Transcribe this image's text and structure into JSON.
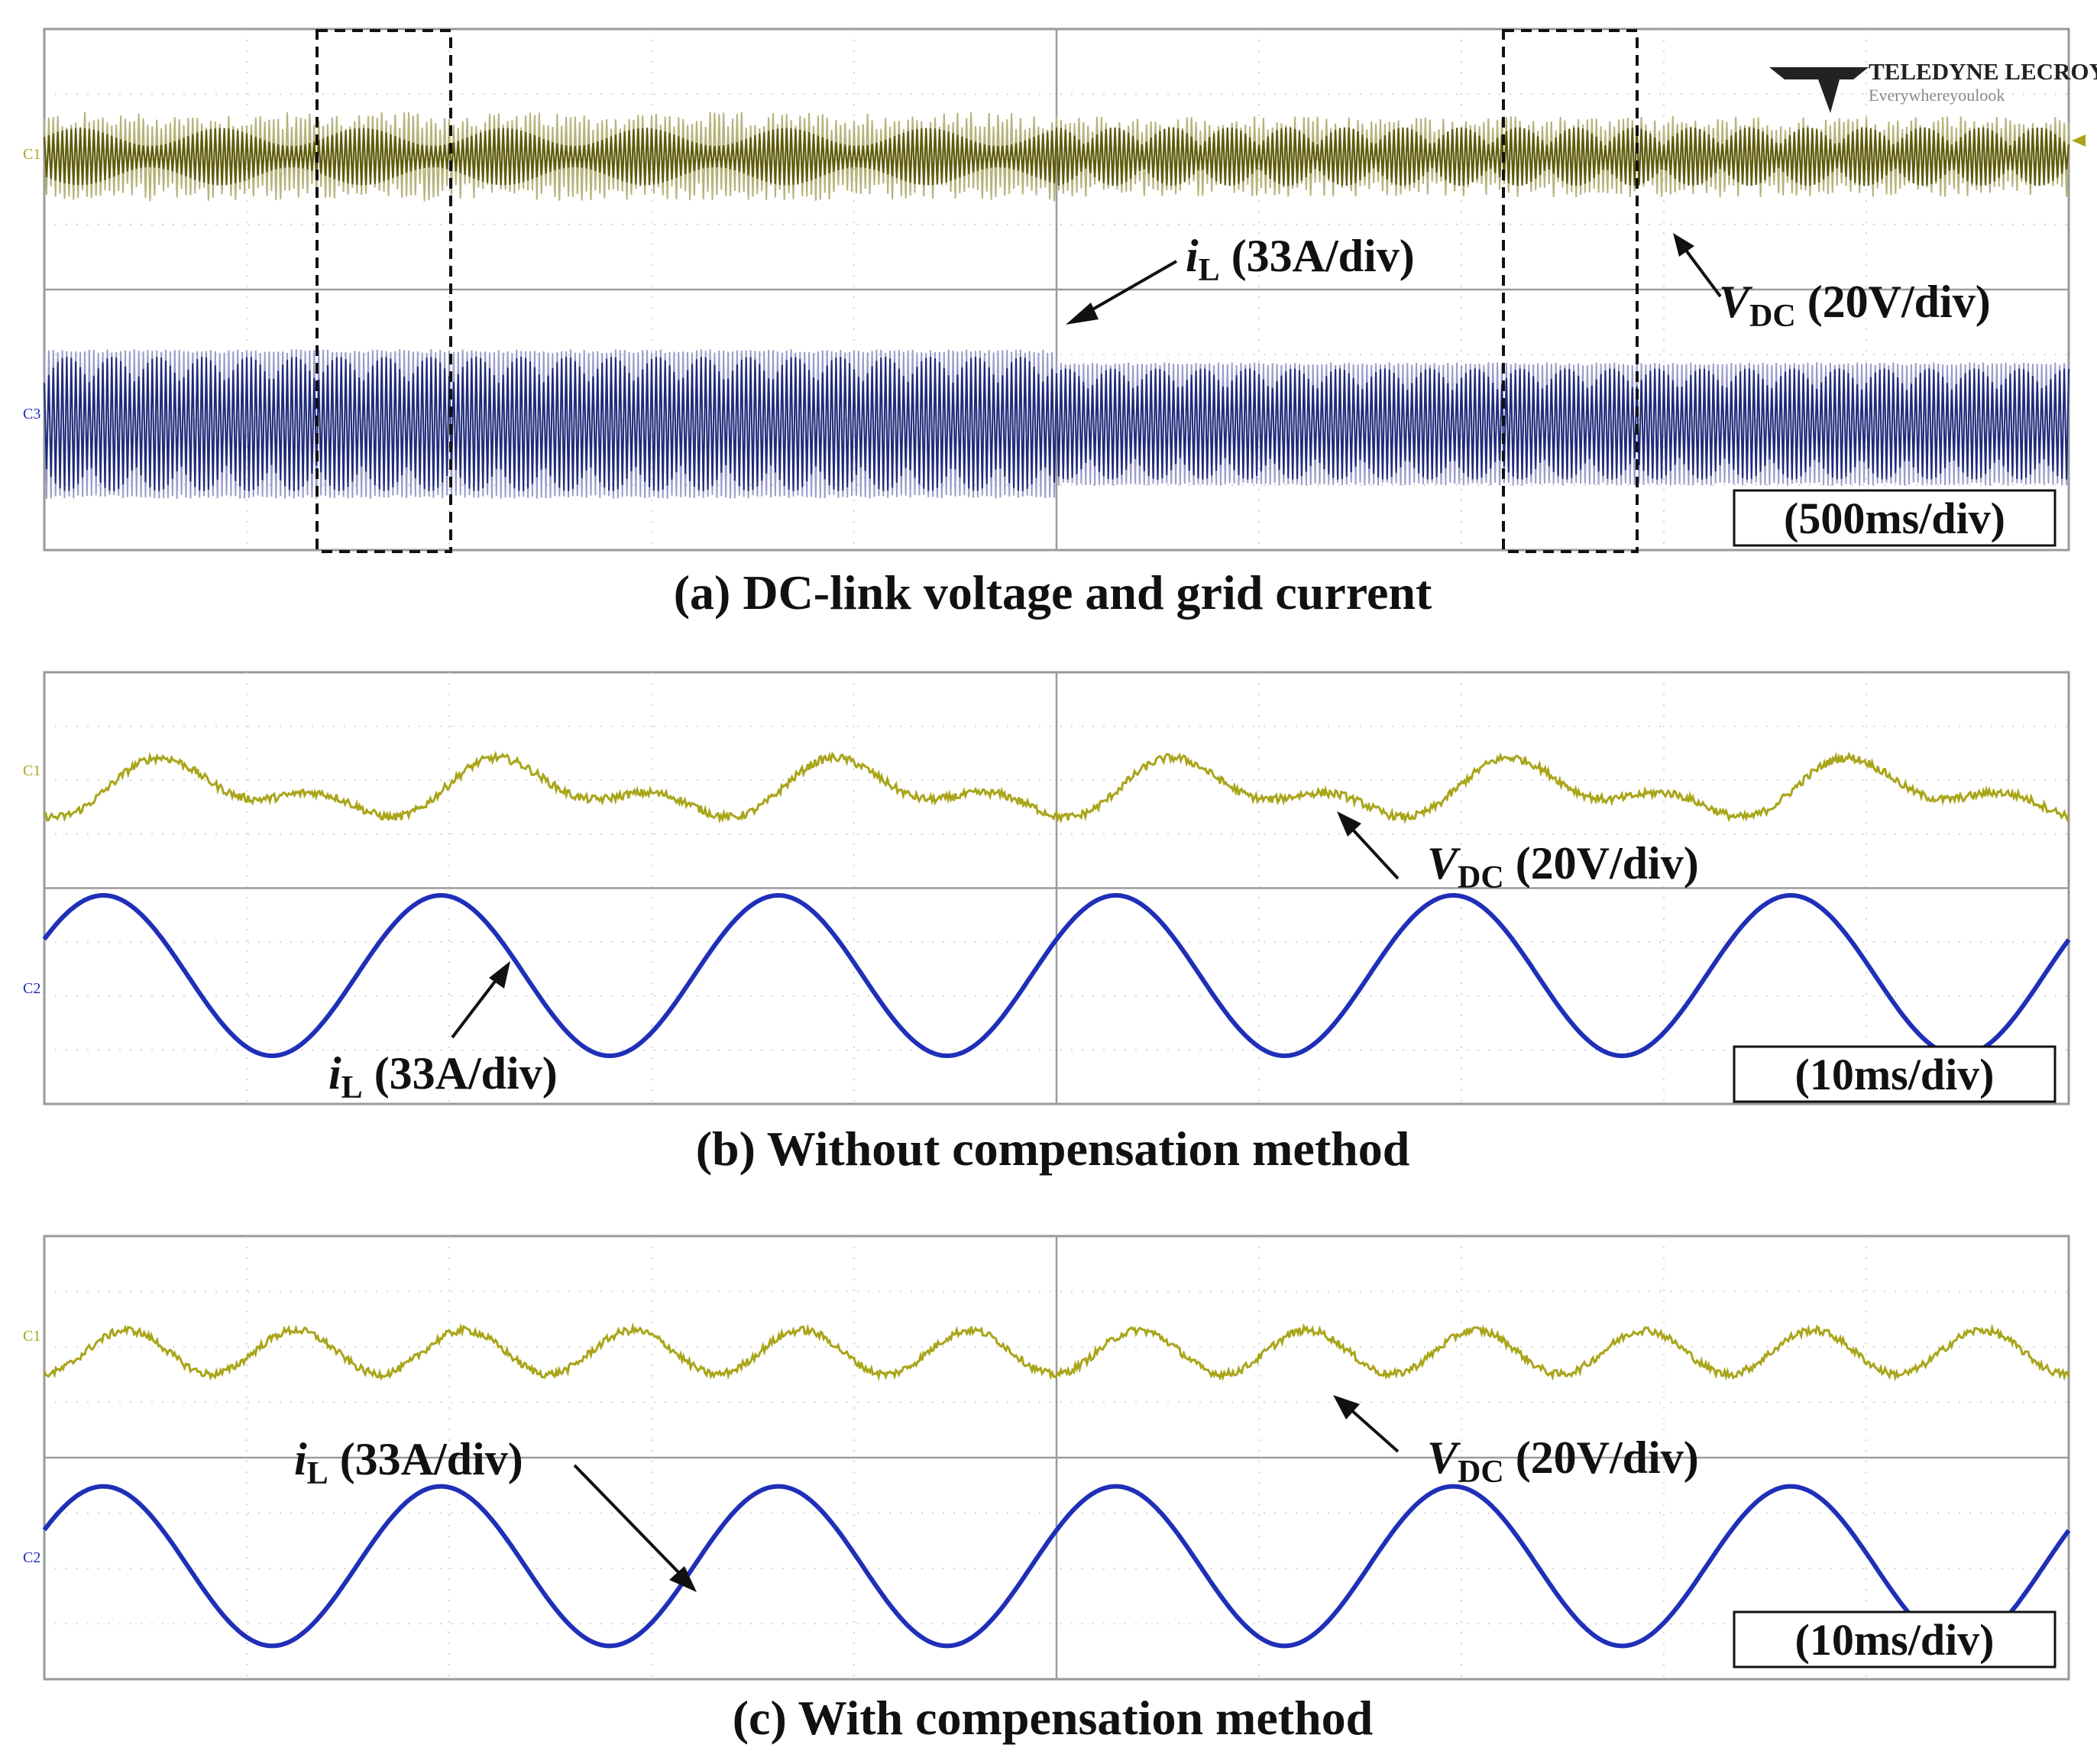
{
  "figure": {
    "brand": {
      "name": "TELEDYNE LECROY",
      "tagline": "Everywhereyoulook"
    },
    "panels": [
      {
        "id": "a",
        "caption": "(a) DC-link voltage and grid current",
        "timebase": "(500ms/div)",
        "channels": [
          "C1",
          "C3"
        ]
      },
      {
        "id": "b",
        "caption": "(b) Without compensation method",
        "timebase": "(10ms/div)",
        "channels": [
          "C1",
          "C2"
        ]
      },
      {
        "id": "c",
        "caption": "(c) With compensation method",
        "timebase": "(10ms/div)",
        "channels": [
          "C1",
          "C2"
        ]
      }
    ],
    "labels": {
      "iL_sym": "i",
      "iL_sub": "L",
      "iL_scale": " (33A/div)",
      "vdc_sym": "V",
      "vdc_sub": "DC",
      "vdc_scale": " (20V/div)"
    },
    "colors": {
      "vdc_trace": "#a9a51a",
      "vdc_trace_dark": "#5e5a0c",
      "il_trace": "#1f2fb8",
      "il_trace_light": "#9a9ccb",
      "grid": "#b9b9b9",
      "frame": "#999999"
    }
  },
  "chart_data": [
    {
      "type": "line",
      "title": "(a) DC-link voltage and grid current",
      "x_unit": "div",
      "x_scale": "500ms/div",
      "xlim": [
        0,
        10
      ],
      "series": [
        {
          "name": "V_DC (20V/div)",
          "channel": "C1",
          "segments": [
            {
              "x": [
                0,
                5.0
              ],
              "envelope_half_amplitude_div": 0.55,
              "ripple": "high"
            },
            {
              "x": [
                5.0,
                10
              ],
              "envelope_half_amplitude_div": 0.5,
              "ripple": "reduced"
            }
          ]
        },
        {
          "name": "i_L (33A/div)",
          "channel": "C3",
          "segments": [
            {
              "x": [
                0,
                5.0
              ],
              "peak_div": 1.15
            },
            {
              "x": [
                5.0,
                10
              ],
              "peak_div": 0.95
            }
          ]
        }
      ],
      "highlight_windows_div": [
        [
          1.35,
          2.0
        ],
        [
          7.2,
          7.85
        ]
      ]
    },
    {
      "type": "line",
      "title": "(b) Without compensation method",
      "x_unit": "div",
      "x_scale": "10ms/div",
      "xlim": [
        0,
        10
      ],
      "series": [
        {
          "name": "V_DC (20V/div)",
          "channel": "C1",
          "peaks_div": [
            0.55,
            -0.15,
            0.55,
            -0.15,
            0.55,
            -0.15,
            0.55,
            -0.15,
            0.55,
            -0.15,
            0.55,
            -0.15
          ],
          "troughs_div": [
            -0.45,
            -0.05,
            -0.45,
            -0.05,
            -0.45,
            -0.05,
            -0.45,
            -0.05,
            -0.45,
            -0.05,
            -0.45,
            -0.05
          ],
          "period_div": 1.667
        },
        {
          "name": "i_L (33A/div)",
          "channel": "C2",
          "amplitude_div": 1.5,
          "period_div": 1.667
        }
      ]
    },
    {
      "type": "line",
      "title": "(c) With compensation method",
      "x_unit": "div",
      "x_scale": "10ms/div",
      "xlim": [
        0,
        10
      ],
      "series": [
        {
          "name": "V_DC (20V/div)",
          "channel": "C1",
          "amplitude_div": 0.4,
          "period_div": 0.833
        },
        {
          "name": "i_L (33A/div)",
          "channel": "C2",
          "amplitude_div": 1.45,
          "period_div": 1.667
        }
      ]
    }
  ]
}
